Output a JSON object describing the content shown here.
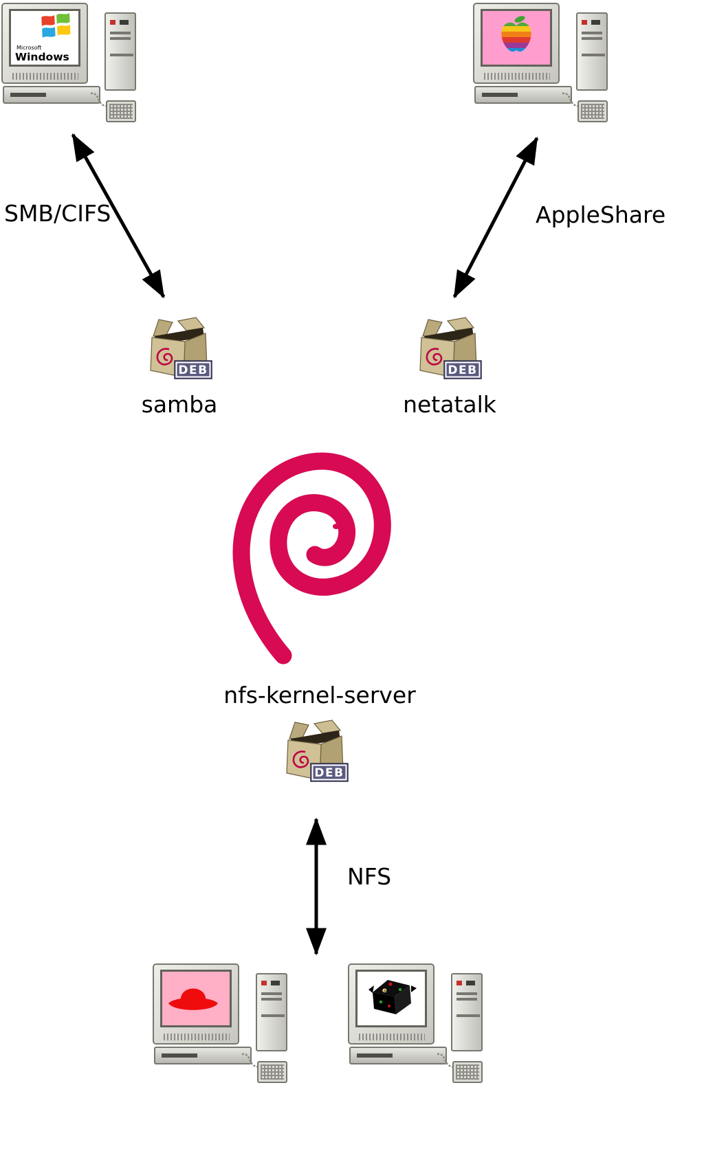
{
  "labels": {
    "smb_cifs": "SMB/CIFS",
    "appleshare": "AppleShare",
    "samba": "samba",
    "netatalk": "netatalk",
    "nfs_kernel_server": "nfs-kernel-server",
    "nfs": "NFS"
  },
  "badge": "DEB",
  "windows_screen": {
    "microsoft": "Microsoft",
    "windows": "Windows"
  },
  "bsd_screen": {
    "glyph": "e"
  },
  "icons": {
    "windows_logo": "windows-four-pane-flag",
    "apple_logo": "rainbow-striped-apple",
    "redhat_logo": "red-fedora-hat",
    "bsd_logo": "black-daemon-box",
    "debian_logo": "debian-swirl",
    "package": "deb-open-cardboard-box"
  },
  "colors": {
    "debian_red": "#d70a53",
    "arrow": "#000000",
    "box_tan": "#d0c296",
    "badge_background": "#5a5a80",
    "mac_screen_pink": "#ff9ece",
    "redhat_screen_pink": "#ffafc6",
    "hat_red": "#ee0c0c"
  },
  "connections": [
    {
      "from": "windows-computer",
      "to": "samba-package",
      "protocol": "SMB/CIFS"
    },
    {
      "from": "mac-computer",
      "to": "netatalk-package",
      "protocol": "AppleShare"
    },
    {
      "from": "nfs-kernel-server-package",
      "to": "unix-computers",
      "protocol": "NFS"
    }
  ]
}
